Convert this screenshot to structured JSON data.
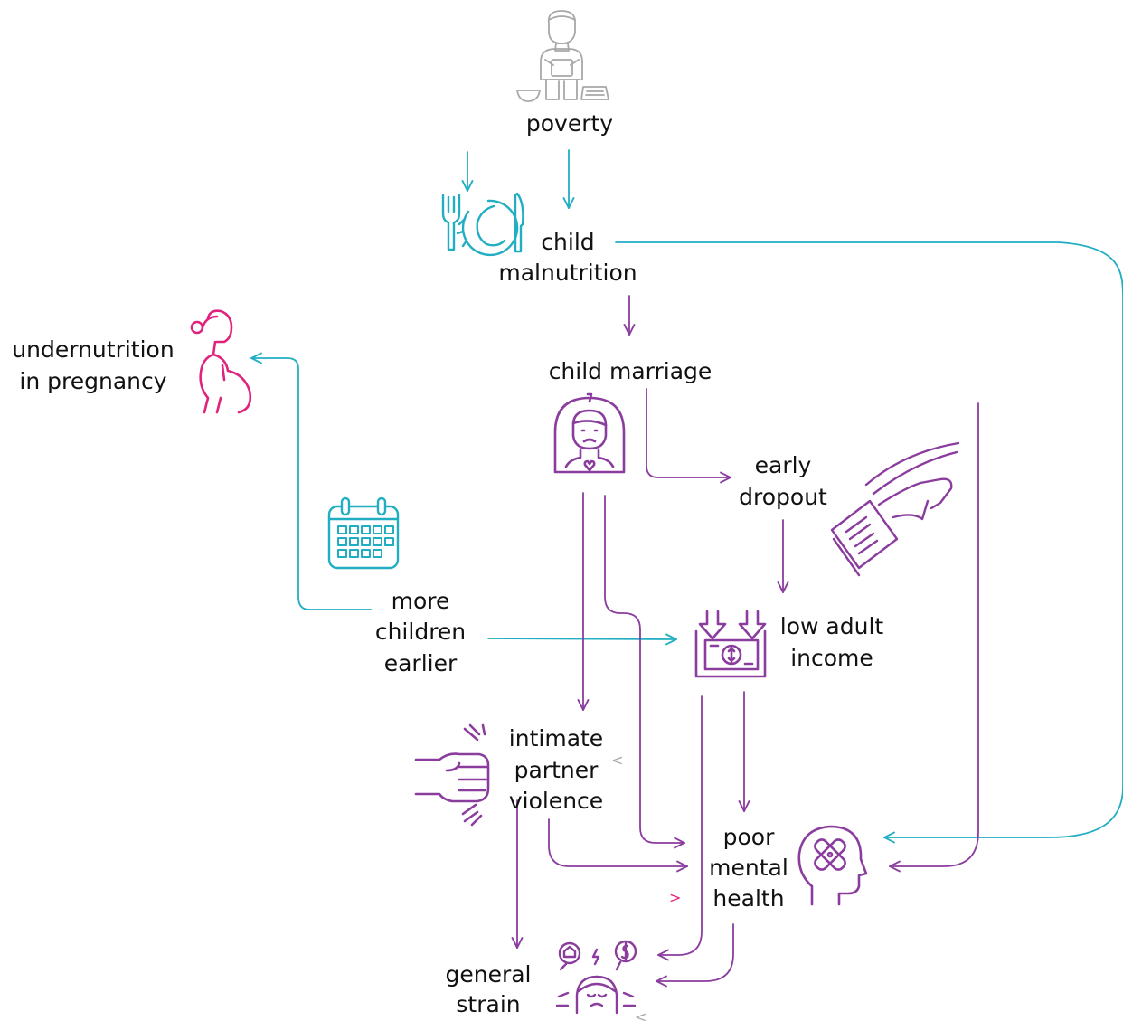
{
  "colors": {
    "teal": "#21aec2",
    "purple": "#8b3d9e",
    "magenta": "#e0247e",
    "gray": "#a8a8a8",
    "text": "#111111"
  },
  "nodes": {
    "poverty": {
      "label": "poverty",
      "icon": "person-in-poverty-icon"
    },
    "child_malnutrition": {
      "line1": "child",
      "line2": "malnutrition",
      "icon": "empty-plate-cutlery-icon"
    },
    "undernutrition_pregnancy": {
      "line1": "undernutrition",
      "line2": "in pregnancy",
      "icon": "pregnant-woman-icon"
    },
    "child_marriage": {
      "label": "child marriage",
      "icon": "child-bride-icon"
    },
    "early_dropout": {
      "line1": "early",
      "line2": "dropout",
      "icon": "hand-dropping-book-icon"
    },
    "more_children": {
      "line1": "more",
      "line2": "children",
      "line3": "earlier",
      "icon": "calendar-icon"
    },
    "low_income": {
      "line1": "low adult",
      "line2": "income",
      "icon": "money-decrease-icon"
    },
    "ipv": {
      "line1": "intimate",
      "line2": "partner",
      "line3": "violence",
      "icon": "fist-icon"
    },
    "poor_mental_health": {
      "line1": "poor",
      "line2": "mental",
      "line3": "health",
      "icon": "head-bandage-icon"
    },
    "general_strain": {
      "line1": "general",
      "line2": "strain",
      "icon": "stressed-person-icon"
    }
  },
  "marks": {
    "lt": "<",
    "gt": ">"
  }
}
